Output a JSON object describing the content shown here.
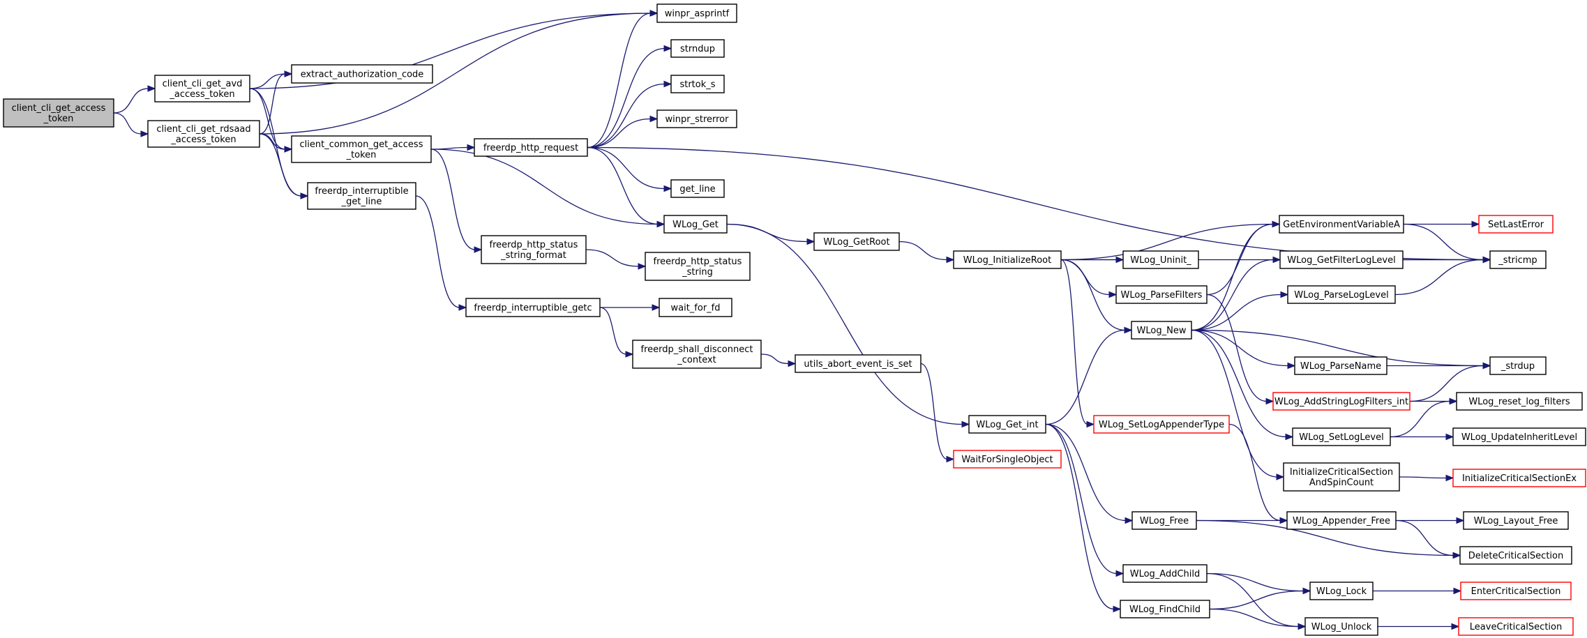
{
  "graph": {
    "nodes": [
      {
        "id": "root",
        "lines": [
          "client_cli_get_access",
          "_token"
        ],
        "style": "root"
      },
      {
        "id": "avd",
        "lines": [
          "client_cli_get_avd",
          "_access_token"
        ],
        "style": "normal"
      },
      {
        "id": "rdsaad",
        "lines": [
          "client_cli_get_rdsaad",
          "_access_token"
        ],
        "style": "normal"
      },
      {
        "id": "extract",
        "lines": [
          "extract_authorization_code"
        ],
        "style": "normal"
      },
      {
        "id": "common",
        "lines": [
          "client_common_get_access",
          "_token"
        ],
        "style": "normal"
      },
      {
        "id": "interruptible_line",
        "lines": [
          "freerdp_interruptible",
          "_get_line"
        ],
        "style": "normal"
      },
      {
        "id": "http_request",
        "lines": [
          "freerdp_http_request"
        ],
        "style": "normal"
      },
      {
        "id": "asprintf",
        "lines": [
          "winpr_asprintf"
        ],
        "style": "normal"
      },
      {
        "id": "strndup",
        "lines": [
          "strndup"
        ],
        "style": "normal"
      },
      {
        "id": "strtok",
        "lines": [
          "strtok_s"
        ],
        "style": "normal"
      },
      {
        "id": "strerror",
        "lines": [
          "winpr_strerror"
        ],
        "style": "normal"
      },
      {
        "id": "get_line",
        "lines": [
          "get_line"
        ],
        "style": "normal"
      },
      {
        "id": "wlog_get",
        "lines": [
          "WLog_Get"
        ],
        "style": "normal"
      },
      {
        "id": "status_format",
        "lines": [
          "freerdp_http_status",
          "_string_format"
        ],
        "style": "normal"
      },
      {
        "id": "status_string",
        "lines": [
          "freerdp_http_status",
          "_string"
        ],
        "style": "normal"
      },
      {
        "id": "getc",
        "lines": [
          "freerdp_interruptible_getc"
        ],
        "style": "normal"
      },
      {
        "id": "wait_fd",
        "lines": [
          "wait_for_fd"
        ],
        "style": "normal"
      },
      {
        "id": "shall_disconnect",
        "lines": [
          "freerdp_shall_disconnect",
          "_context"
        ],
        "style": "normal"
      },
      {
        "id": "abort_event",
        "lines": [
          "utils_abort_event_is_set"
        ],
        "style": "normal"
      },
      {
        "id": "get_root",
        "lines": [
          "WLog_GetRoot"
        ],
        "style": "normal"
      },
      {
        "id": "init_root",
        "lines": [
          "WLog_InitializeRoot"
        ],
        "style": "normal"
      },
      {
        "id": "get_int",
        "lines": [
          "WLog_Get_int"
        ],
        "style": "normal"
      },
      {
        "id": "wait_single",
        "lines": [
          "WaitForSingleObject"
        ],
        "style": "red"
      },
      {
        "id": "get_env",
        "lines": [
          "GetEnvironmentVariableA"
        ],
        "style": "normal"
      },
      {
        "id": "uninit",
        "lines": [
          "WLog_Uninit_"
        ],
        "style": "normal"
      },
      {
        "id": "parse_filters",
        "lines": [
          "WLog_ParseFilters"
        ],
        "style": "normal"
      },
      {
        "id": "wlog_new",
        "lines": [
          "WLog_New"
        ],
        "style": "normal"
      },
      {
        "id": "set_appender",
        "lines": [
          "WLog_SetLogAppenderType"
        ],
        "style": "red"
      },
      {
        "id": "set_last_error",
        "lines": [
          "SetLastError"
        ],
        "style": "red"
      },
      {
        "id": "stricmp",
        "lines": [
          "_stricmp"
        ],
        "style": "normal"
      },
      {
        "id": "get_filter",
        "lines": [
          "WLog_GetFilterLogLevel"
        ],
        "style": "normal"
      },
      {
        "id": "parse_level",
        "lines": [
          "WLog_ParseLogLevel"
        ],
        "style": "normal"
      },
      {
        "id": "parse_name",
        "lines": [
          "WLog_ParseName"
        ],
        "style": "normal"
      },
      {
        "id": "strdup",
        "lines": [
          "_strdup"
        ],
        "style": "normal"
      },
      {
        "id": "add_string_filters",
        "lines": [
          "WLog_AddStringLogFilters_int"
        ],
        "style": "red"
      },
      {
        "id": "reset_filters",
        "lines": [
          "WLog_reset_log_filters"
        ],
        "style": "normal"
      },
      {
        "id": "set_level",
        "lines": [
          "WLog_SetLogLevel"
        ],
        "style": "normal"
      },
      {
        "id": "update_inherit",
        "lines": [
          "WLog_UpdateInheritLevel"
        ],
        "style": "normal"
      },
      {
        "id": "init_cs_spin",
        "lines": [
          "InitializeCriticalSection",
          "AndSpinCount"
        ],
        "style": "normal"
      },
      {
        "id": "init_cs_ex",
        "lines": [
          "InitializeCriticalSectionEx"
        ],
        "style": "red"
      },
      {
        "id": "wlog_free",
        "lines": [
          "WLog_Free"
        ],
        "style": "normal"
      },
      {
        "id": "appender_free",
        "lines": [
          "WLog_Appender_Free"
        ],
        "style": "normal"
      },
      {
        "id": "layout_free",
        "lines": [
          "WLog_Layout_Free"
        ],
        "style": "normal"
      },
      {
        "id": "delete_cs",
        "lines": [
          "DeleteCriticalSection"
        ],
        "style": "normal"
      },
      {
        "id": "add_child",
        "lines": [
          "WLog_AddChild"
        ],
        "style": "normal"
      },
      {
        "id": "find_child",
        "lines": [
          "WLog_FindChild"
        ],
        "style": "normal"
      },
      {
        "id": "wlog_lock",
        "lines": [
          "WLog_Lock"
        ],
        "style": "normal"
      },
      {
        "id": "wlog_unlock",
        "lines": [
          "WLog_Unlock"
        ],
        "style": "normal"
      },
      {
        "id": "enter_cs",
        "lines": [
          "EnterCriticalSection"
        ],
        "style": "red"
      },
      {
        "id": "leave_cs",
        "lines": [
          "LeaveCriticalSection"
        ],
        "style": "red"
      }
    ],
    "edges": [
      [
        "root",
        "avd"
      ],
      [
        "root",
        "rdsaad"
      ],
      [
        "avd",
        "asprintf"
      ],
      [
        "avd",
        "extract"
      ],
      [
        "avd",
        "common"
      ],
      [
        "avd",
        "interruptible_line"
      ],
      [
        "rdsaad",
        "asprintf"
      ],
      [
        "rdsaad",
        "extract"
      ],
      [
        "rdsaad",
        "common"
      ],
      [
        "rdsaad",
        "interruptible_line"
      ],
      [
        "common",
        "http_request"
      ],
      [
        "common",
        "wlog_get"
      ],
      [
        "common",
        "status_format"
      ],
      [
        "interruptible_line",
        "getc"
      ],
      [
        "http_request",
        "asprintf"
      ],
      [
        "http_request",
        "strndup"
      ],
      [
        "http_request",
        "strtok"
      ],
      [
        "http_request",
        "strerror"
      ],
      [
        "http_request",
        "get_line"
      ],
      [
        "http_request",
        "wlog_get"
      ],
      [
        "http_request",
        "stricmp"
      ],
      [
        "status_format",
        "status_string"
      ],
      [
        "getc",
        "wait_fd"
      ],
      [
        "getc",
        "shall_disconnect"
      ],
      [
        "shall_disconnect",
        "abort_event"
      ],
      [
        "abort_event",
        "wait_single"
      ],
      [
        "wlog_get",
        "get_root"
      ],
      [
        "wlog_get",
        "get_int"
      ],
      [
        "get_root",
        "init_root"
      ],
      [
        "init_root",
        "get_env"
      ],
      [
        "init_root",
        "stricmp"
      ],
      [
        "init_root",
        "uninit"
      ],
      [
        "init_root",
        "parse_filters"
      ],
      [
        "init_root",
        "wlog_new"
      ],
      [
        "init_root",
        "set_appender"
      ],
      [
        "get_int",
        "wlog_new"
      ],
      [
        "get_int",
        "wlog_free"
      ],
      [
        "get_int",
        "add_child"
      ],
      [
        "get_int",
        "find_child"
      ],
      [
        "get_env",
        "set_last_error"
      ],
      [
        "get_env",
        "stricmp"
      ],
      [
        "parse_filters",
        "get_env"
      ],
      [
        "parse_filters",
        "add_string_filters"
      ],
      [
        "wlog_new",
        "get_env"
      ],
      [
        "wlog_new",
        "get_filter"
      ],
      [
        "wlog_new",
        "parse_level"
      ],
      [
        "wlog_new",
        "strdup"
      ],
      [
        "wlog_new",
        "parse_name"
      ],
      [
        "wlog_new",
        "set_level"
      ],
      [
        "wlog_new",
        "init_cs_spin"
      ],
      [
        "get_filter",
        "stricmp"
      ],
      [
        "parse_level",
        "stricmp"
      ],
      [
        "parse_name",
        "strdup"
      ],
      [
        "add_string_filters",
        "strdup"
      ],
      [
        "add_string_filters",
        "reset_filters"
      ],
      [
        "set_level",
        "reset_filters"
      ],
      [
        "set_level",
        "update_inherit"
      ],
      [
        "init_cs_spin",
        "init_cs_ex"
      ],
      [
        "set_appender",
        "appender_free"
      ],
      [
        "wlog_free",
        "appender_free"
      ],
      [
        "wlog_free",
        "delete_cs"
      ],
      [
        "appender_free",
        "layout_free"
      ],
      [
        "appender_free",
        "delete_cs"
      ],
      [
        "add_child",
        "wlog_lock"
      ],
      [
        "add_child",
        "wlog_unlock"
      ],
      [
        "find_child",
        "wlog_lock"
      ],
      [
        "find_child",
        "wlog_unlock"
      ],
      [
        "wlog_lock",
        "enter_cs"
      ],
      [
        "wlog_unlock",
        "leave_cs"
      ]
    ]
  }
}
